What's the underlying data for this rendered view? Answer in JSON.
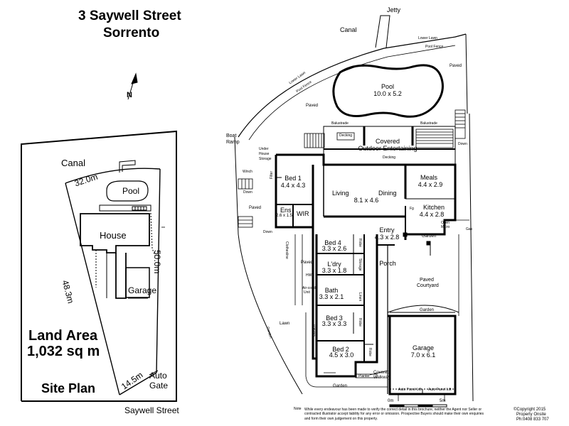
{
  "header": {
    "line1": "3 Saywell Street",
    "line2": "Sorrento"
  },
  "north": "N",
  "site_plan": {
    "canal": "Canal",
    "dim_top": "32.0m",
    "dim_right": "50.0m",
    "dim_left": "48.3m",
    "dim_bottom": "14.5m",
    "pool": "Pool",
    "house": "House",
    "garage": "Garage",
    "land_area_line1": "Land Area",
    "land_area_line2": "1,032 sq m",
    "title": "Site Plan",
    "auto_gate_line1": "Auto",
    "auto_gate_line2": "Gate",
    "street": "Saywell Street"
  },
  "floor_plan": {
    "jetty": "Jetty",
    "canal": "Canal",
    "lower_lawn_top": "Lower Lawn",
    "pool_fence_top": "Pool Fence",
    "paved_top": "Paved",
    "lower_lawn_left": "Lower Lawn",
    "pool_fence_left": "Pool Fence",
    "paved_left": "Paved",
    "pool_name": "Pool",
    "pool_dims": "10.0 x 5.2",
    "balustrade_left": "Balustrade",
    "balustrade_right": "Balustrade",
    "decking_top": "Decking",
    "decking_mid": "Decking",
    "covered_name": "Covered",
    "covered_sub": "Outdoor Entertaining",
    "boat_ramp_line1": "Boat",
    "boat_ramp_line2": "Ramp",
    "under_house_line1": "Under",
    "under_house_line2": "House",
    "under_house_line3": "Storage",
    "winch": "Winch",
    "down_left": "Down",
    "down_right": "Down",
    "down_bottom": "Down",
    "filter": "Filter",
    "paved_side": "Paved",
    "bed1_name": "Bed 1",
    "bed1_dims": "4.4 x 4.3",
    "living": "Living",
    "dining": "Dining",
    "living_dims": "8.1 x 4.6",
    "meals_name": "Meals",
    "meals_dims": "4.4 x 2.9",
    "kitchen_name": "Kitchen",
    "kitchen_dims": "4.4 x 2.8",
    "fridge": "Fg",
    "oven": "Oven",
    "micro": "Micro",
    "gas": "Gas",
    "ens_name": "Ens",
    "ens_dims": "2.6 x 1.5",
    "wir": "WIR",
    "entry_name": "Entry",
    "entry_dims": "4.3 x 2.8",
    "garden_right": "Garden",
    "bed4_name": "Bed 4",
    "bed4_dims": "3.3 x 2.6",
    "robe1": "Robe",
    "clothesline": "Clothesline",
    "paved_mid": "Paved",
    "ldry_name": "L'dry",
    "ldry_dims": "3.3 x 1.8",
    "storage": "Storage",
    "hws": "HWS",
    "aircond_line1": "Air-cond",
    "aircond_line2": "Unit",
    "bath_name": "Bath",
    "bath_dims": "3.3 x 2.1",
    "linen": "Linen",
    "porch": "Porch",
    "paved_courtyard_line1": "Paved",
    "paved_courtyard_line2": "Courtyard",
    "garden_garage": "Garden",
    "bed3_name": "Bed 3",
    "bed3_dims": "3.3 x 3.3",
    "robe2": "Robe",
    "lawn": "Lawn",
    "garden_left": "Garden",
    "garden_vertical": "Garden",
    "garage_name": "Garage",
    "garage_dims": "7.0 x 6.1",
    "bed2_name": "Bed 2",
    "bed2_dims": "4.5 x 3.0",
    "robe3": "Robe",
    "covered_walkway_line1": "Covered",
    "covered_walkway_line2": "Walkway",
    "planter": "Planter",
    "garden_bottom": "Garden",
    "auto_panel_lift_1": "Auto Panel Lift",
    "auto_panel_lift_2": "Auto Panel Lift",
    "scale_start": "0m",
    "scale_end": "5m"
  },
  "footer": {
    "note_label": "Note",
    "note_text": "While every endeavour has been made to verify the correct detail in this brochure, neither the Agent nor Seller or contracted illustrator accept liability for any error or omission. Prospective Buyers should make their own enquiries and form their own judgement on this property.",
    "copyright_line1": "©Copyright 2015",
    "copyright_line2": "Property Onsite",
    "copyright_line3": "Ph:0408 833 707"
  }
}
